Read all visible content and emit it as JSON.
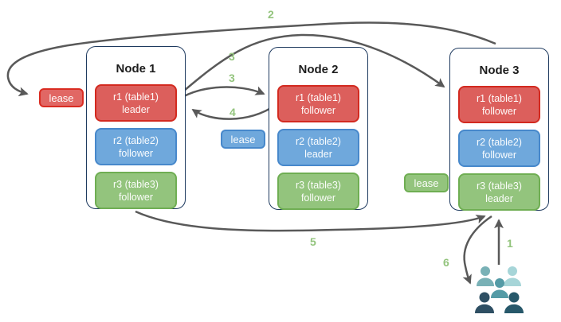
{
  "diagram": {
    "nodes": [
      {
        "title": "Node 1",
        "ranges": [
          {
            "range": "r1 (table1)",
            "role": "leader",
            "color": "red"
          },
          {
            "range": "r2 (table2)",
            "role": "follower",
            "color": "blue"
          },
          {
            "range": "r3 (table3)",
            "role": "follower",
            "color": "green"
          }
        ]
      },
      {
        "title": "Node 2",
        "ranges": [
          {
            "range": "r1 (table1)",
            "role": "follower",
            "color": "red"
          },
          {
            "range": "r2 (table2)",
            "role": "leader",
            "color": "blue"
          },
          {
            "range": "r3 (table3)",
            "role": "follower",
            "color": "green"
          }
        ]
      },
      {
        "title": "Node 3",
        "ranges": [
          {
            "range": "r1 (table1)",
            "role": "follower",
            "color": "red"
          },
          {
            "range": "r2 (table2)",
            "role": "follower",
            "color": "blue"
          },
          {
            "range": "r3 (table3)",
            "role": "leader",
            "color": "green"
          }
        ]
      }
    ],
    "leases": [
      {
        "label": "lease",
        "color": "red"
      },
      {
        "label": "lease",
        "color": "blue"
      },
      {
        "label": "lease",
        "color": "green"
      }
    ],
    "steps": [
      {
        "label": "1"
      },
      {
        "label": "2"
      },
      {
        "label": "3"
      },
      {
        "label": "3"
      },
      {
        "label": "4"
      },
      {
        "label": "5"
      },
      {
        "label": "6"
      }
    ],
    "colors": {
      "arrow": "#595959",
      "step_label": "#93c47d",
      "node_border": "#1e3a5f",
      "red_fill": "#dc5f5c",
      "red_border": "#d32a20",
      "blue_fill": "#6fa8dc",
      "blue_border": "#4788cb",
      "green_fill": "#93c47d",
      "green_border": "#6fae53",
      "people": [
        "#79b1b6",
        "#a6d5d8",
        "#549ba6",
        "#2e4f63",
        "#27586a"
      ]
    }
  }
}
